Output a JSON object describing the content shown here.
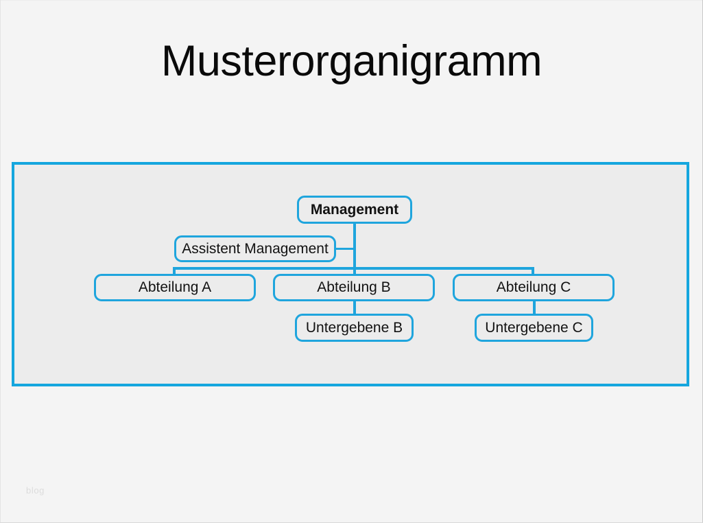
{
  "page": {
    "title": "Musterorganigramm",
    "watermark": "blog",
    "background_color": "#f4f4f4"
  },
  "chart_container": {
    "border_color": "#15a6de",
    "background_color": "#ececec"
  },
  "theme": {
    "accent": "#1fa5de",
    "node_border": "#1fa5dd",
    "node_fill": "#ececec",
    "text": "#121212"
  },
  "chart_data": {
    "type": "diagram",
    "subtype": "org-chart",
    "title": "Musterorganigramm",
    "nodes": [
      {
        "id": "management",
        "label": "Management",
        "level": 0,
        "bold": true,
        "parent": null
      },
      {
        "id": "assistent",
        "label": "Assistent Management",
        "level": 1,
        "bold": false,
        "parent": "management",
        "role": "assistant"
      },
      {
        "id": "abteilung-a",
        "label": "Abteilung A",
        "level": 2,
        "bold": false,
        "parent": "management"
      },
      {
        "id": "abteilung-b",
        "label": "Abteilung B",
        "level": 2,
        "bold": false,
        "parent": "management"
      },
      {
        "id": "abteilung-c",
        "label": "Abteilung C",
        "level": 2,
        "bold": false,
        "parent": "management"
      },
      {
        "id": "untergebene-b",
        "label": "Untergebene B",
        "level": 3,
        "bold": false,
        "parent": "abteilung-b"
      },
      {
        "id": "untergebene-c",
        "label": "Untergebene C",
        "level": 3,
        "bold": false,
        "parent": "abteilung-c"
      }
    ],
    "edges": [
      {
        "from": "management",
        "to": "assistent"
      },
      {
        "from": "management",
        "to": "abteilung-a"
      },
      {
        "from": "management",
        "to": "abteilung-b"
      },
      {
        "from": "management",
        "to": "abteilung-c"
      },
      {
        "from": "abteilung-b",
        "to": "untergebene-b"
      },
      {
        "from": "abteilung-c",
        "to": "untergebene-c"
      }
    ]
  }
}
